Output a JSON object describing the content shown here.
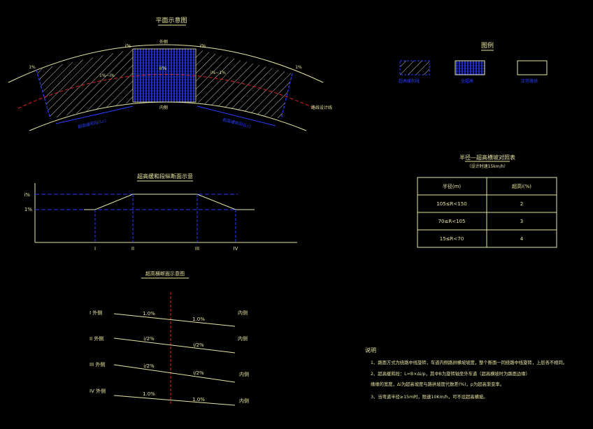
{
  "plan": {
    "title": "平面示意图",
    "slope_left": "i%",
    "slope_right": "i%",
    "slope_edge_left": "1%",
    "slope_edge_right": "1%",
    "label_ii": "ii%",
    "label_mid_left": "1%~i%",
    "label_mid_right": "i%~1%",
    "label_top_left": "外侧",
    "label_inner": "内侧",
    "label_centerline": "路线设计线",
    "label_trans_left": "超高缓和段(Lc)",
    "label_trans_right": "超高缓和段(Lc)"
  },
  "legend": {
    "title": "图例",
    "items": [
      {
        "label": "超高缓和段"
      },
      {
        "label": "全超高"
      },
      {
        "label": "正常路拱"
      }
    ]
  },
  "profile": {
    "title": "超高缓和段纵断面示意",
    "y_labels": [
      "i%",
      "1%"
    ],
    "x_labels": [
      "I",
      "II",
      "III",
      "IV"
    ]
  },
  "table": {
    "title": "半径—超高横坡对照表",
    "subtitle": "（设计时速15km/h）",
    "headers": [
      "半径(m)",
      "超高i(%)"
    ],
    "rows": [
      [
        "105≤R<150",
        "2"
      ],
      [
        "70≤R<105",
        "3"
      ],
      [
        "15≤R<70",
        "4"
      ]
    ]
  },
  "sections": {
    "title": "超高横断面示意图",
    "rows": [
      {
        "label": "I 外侧",
        "right_label": "内侧",
        "left_slope": "1.0%",
        "right_slope": "1.0%"
      },
      {
        "label": "II 外侧",
        "right_label": "内侧",
        "left_slope": "i/2%",
        "right_slope": "i/2%"
      },
      {
        "label": "III 外侧",
        "right_label": "内侧",
        "left_slope": "i/2%",
        "right_slope": "i/2%"
      },
      {
        "label": "IV 外侧",
        "right_label": "内侧",
        "left_slope": "1.0%",
        "right_slope": "1.0%"
      }
    ]
  },
  "notes": {
    "title": "说明",
    "lines": [
      "1、路面方式为绕路中线旋转，车道内侧路拱横坡坡度，整个断面一同绕路中线旋转，上层各不相同。",
      "2、超高缓和段：L=B×Δi/p，其中B为旋转轴至外车道（超高横坡时为路面边缘）",
      "   缘缘的宽度，Δi为超高坡度与路拱坡度代数差(%)，p为超高渐变率。",
      "3、当弯道半径≥15m时，限速10Km/h，可不设超高横坡。"
    ]
  },
  "colors": {
    "yellow": "#e8e6a0",
    "red": "#e02020",
    "blue": "#2030e0",
    "white": "#ffffff"
  }
}
